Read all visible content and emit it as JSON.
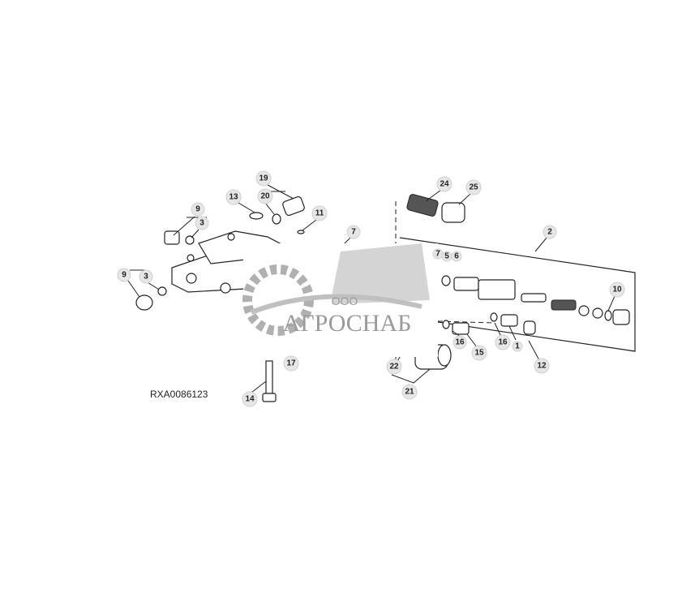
{
  "diagram": {
    "figure_id": "RXA0086123",
    "callouts": [
      "19",
      "13",
      "20",
      "9",
      "3",
      "11",
      "7",
      "9",
      "3",
      "24",
      "25",
      "2",
      "7",
      "5",
      "6",
      "10",
      "17",
      "14",
      "22",
      "21",
      "16",
      "15",
      "16",
      "1",
      "12"
    ],
    "watermark": {
      "top": "ООО",
      "name": "АГРОСНАБ"
    }
  }
}
